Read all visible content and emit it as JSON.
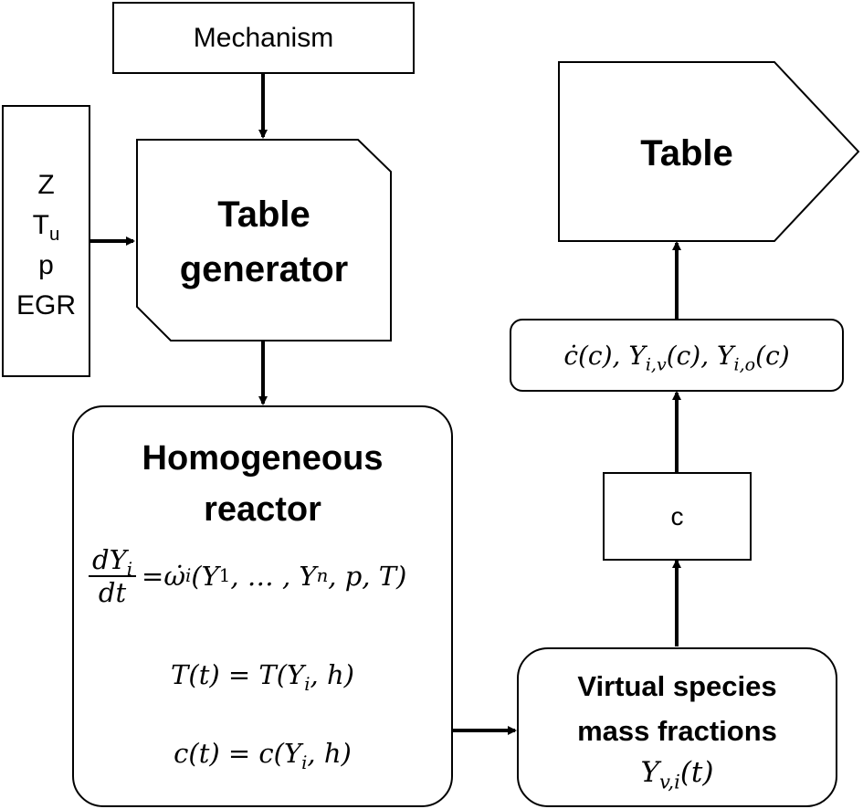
{
  "mechanism": {
    "label": "Mechanism"
  },
  "inputs": {
    "items": [
      "Z",
      "T",
      "p",
      "EGR"
    ],
    "t_subscript": "u"
  },
  "table_generator": {
    "line1": "Table",
    "line2": "generator"
  },
  "reactor": {
    "title_line1": "Homogeneous",
    "title_line2": "reactor",
    "eq1": {
      "num": "dY",
      "num_sub": "i",
      "den": "dt",
      "rhs_head": "= ",
      "omega": "ω̇",
      "omega_sub": "i",
      "args_open": "(Y",
      "y1_sub": "1",
      "mid": ", … , Y",
      "yn_sub": "n",
      "tail": ", p, T)"
    },
    "eq2": {
      "pre": "T(t) = T(Y",
      "sub": "i",
      "post": ", h)"
    },
    "eq3": {
      "pre": "c(t) = c(Y",
      "sub": "i",
      "post": ", h)"
    }
  },
  "virtual_species": {
    "line1": "Virtual species",
    "line2": "mass fractions",
    "math_pre": "Y",
    "math_sub": "v,i",
    "math_post": "(t)"
  },
  "c_box": {
    "label": "c"
  },
  "rates_box": {
    "p1": "ċ(c), Y",
    "s1": "i,v",
    "p2": "(c), Y",
    "s2": "i,o",
    "p3": "(c)"
  },
  "table_output": {
    "label": "Table"
  }
}
